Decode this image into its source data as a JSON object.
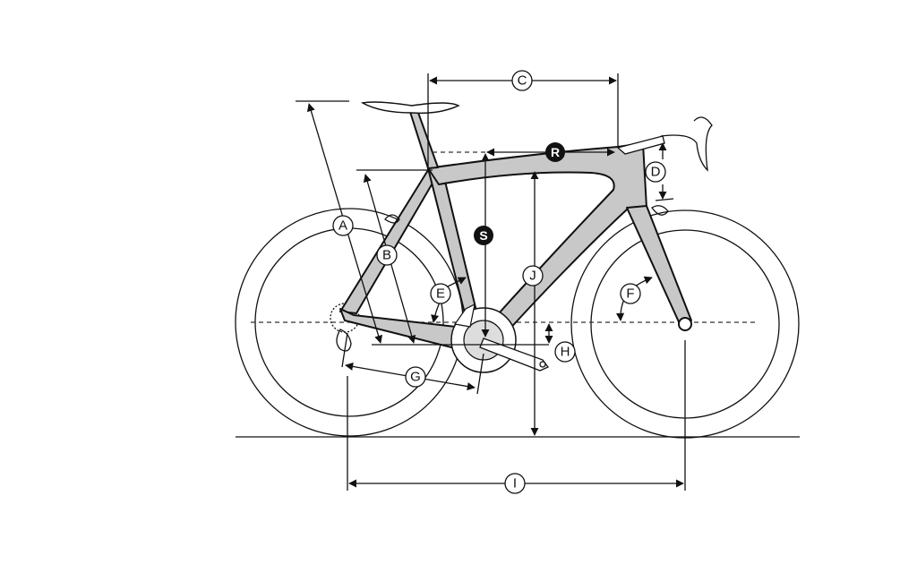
{
  "diagram": {
    "type": "bicycle-geometry",
    "labels": {
      "A": "A",
      "B": "B",
      "C": "C",
      "D": "D",
      "E": "E",
      "F": "F",
      "G": "G",
      "H": "H",
      "I": "I",
      "J": "J",
      "R": "R",
      "S": "S"
    }
  }
}
